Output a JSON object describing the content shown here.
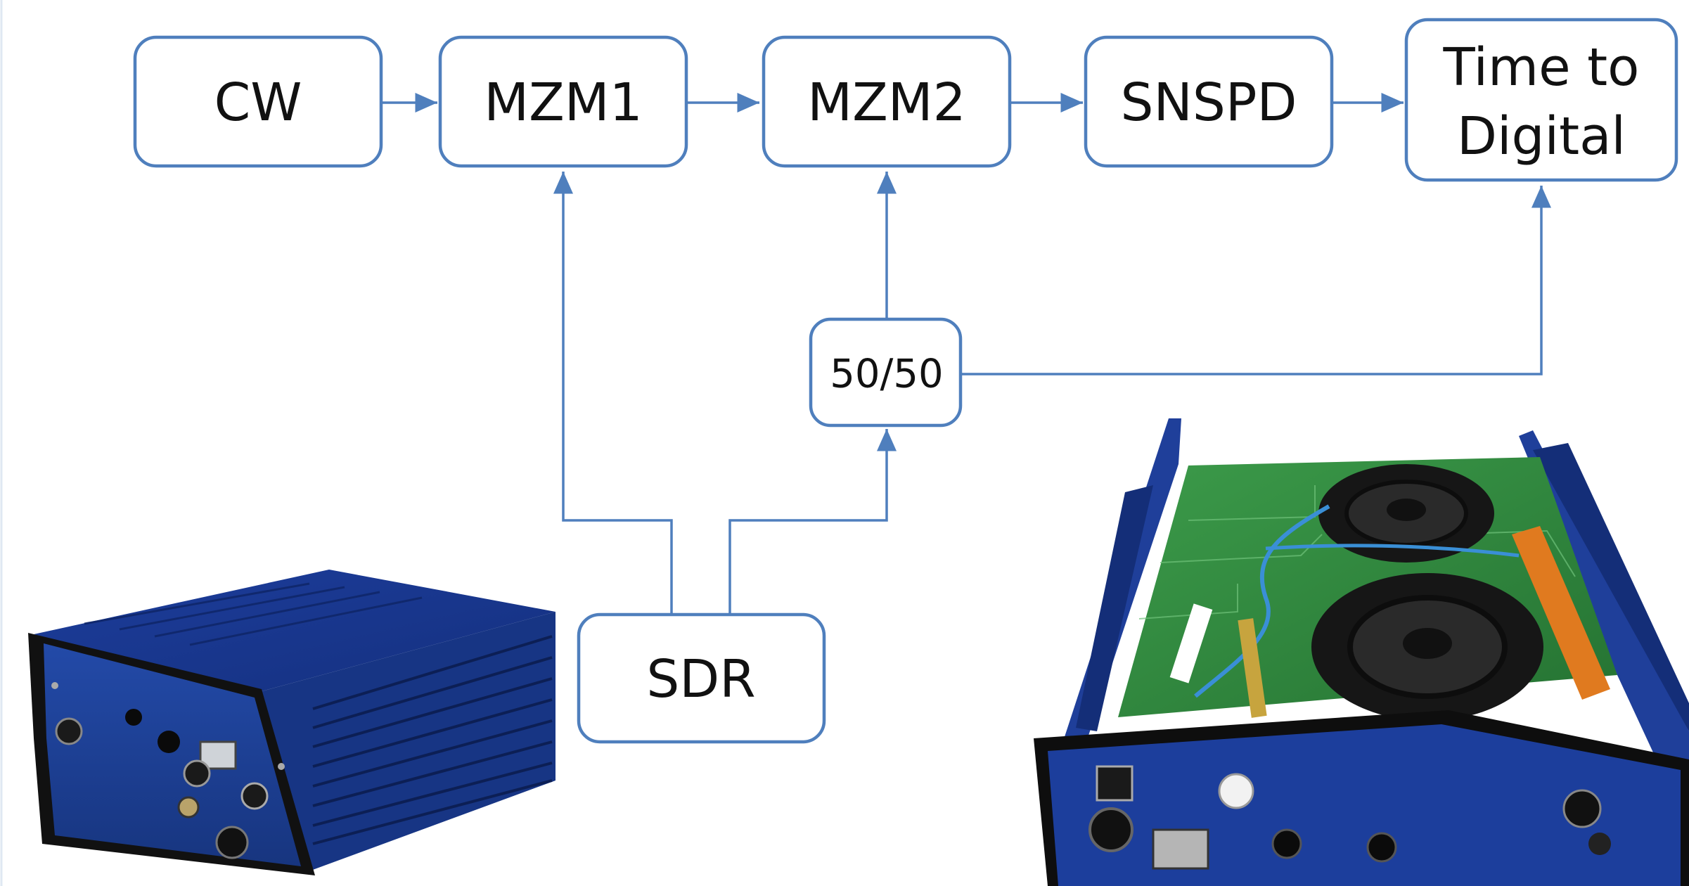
{
  "diagram": {
    "nodes": {
      "cw": {
        "label": "CW"
      },
      "mzm1": {
        "label": "MZM1"
      },
      "mzm2": {
        "label": "MZM2"
      },
      "snspd": {
        "label": "SNSPD"
      },
      "tdc": {
        "label_line1": "Time to",
        "label_line2": "Digital"
      },
      "splitter": {
        "label": "50/50"
      },
      "sdr": {
        "label": "SDR"
      }
    },
    "edges": [
      [
        "cw",
        "mzm1"
      ],
      [
        "mzm1",
        "mzm2"
      ],
      [
        "mzm2",
        "snspd"
      ],
      [
        "snspd",
        "tdc"
      ],
      [
        "sdr",
        "mzm1"
      ],
      [
        "sdr",
        "splitter"
      ],
      [
        "splitter",
        "mzm2"
      ],
      [
        "splitter",
        "tdc"
      ]
    ],
    "colors": {
      "box_stroke": "#4f7fbd",
      "arrow": "#4f7fbd",
      "enclosure_blue": "#1f3f9a",
      "pcb_green": "#2f8a3e"
    },
    "photos": [
      {
        "name": "closed-blue-enclosure-photo"
      },
      {
        "name": "open-enclosure-pcb-photo"
      }
    ]
  }
}
